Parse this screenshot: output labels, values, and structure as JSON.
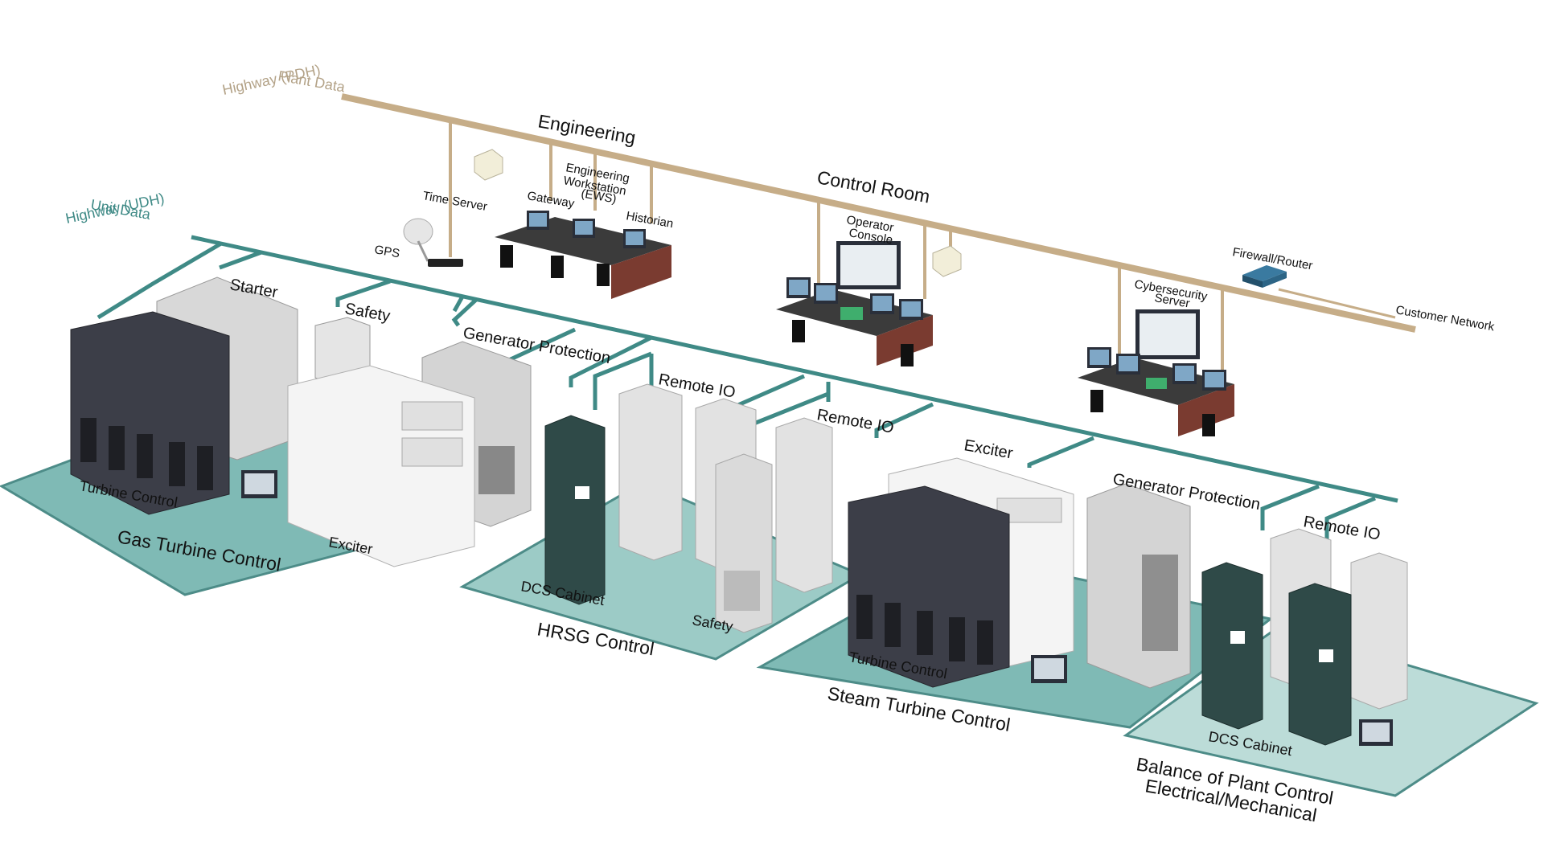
{
  "buses": {
    "pdh": {
      "line1": "Plant Data",
      "line2": "Highway (PDH)",
      "color": "#c6ad88"
    },
    "udh": {
      "line1": "Unit Data",
      "line2": "Highway (UDH)",
      "color": "#3f8a86"
    }
  },
  "zones": {
    "engineering": "Engineering",
    "control_room": "Control Room"
  },
  "nodes": {
    "time_server": "Time Server",
    "gps": "GPS",
    "gateway": "Gateway",
    "ews_1": "Engineering",
    "ews_2": "Workstation",
    "ews_3": "(EWS)",
    "historian": "Historian",
    "operator_console_1": "Operator",
    "operator_console_2": "Console",
    "firewall_router": "Firewall/Router",
    "customer_network": "Customer Network",
    "cyber_1": "Cybersecurity",
    "cyber_2": "Server"
  },
  "areas": {
    "gas_turbine": {
      "title": "Gas Turbine Control",
      "starter": "Starter",
      "safety": "Safety",
      "generator_protection": "Generator Protection",
      "turbine_control": "Turbine Control",
      "exciter": "Exciter"
    },
    "hrsg": {
      "title": "HRSG Control",
      "remote_io_1": "Remote IO",
      "remote_io_2": "Remote IO",
      "dcs_cabinet": "DCS Cabinet",
      "safety": "Safety"
    },
    "steam_turbine": {
      "title": "Steam Turbine Control",
      "exciter": "Exciter",
      "generator_protection": "Generator Protection",
      "turbine_control": "Turbine Control"
    },
    "bop": {
      "title_1": "Balance of Plant Control",
      "title_2": "Electrical/Mechanical",
      "remote_io": "Remote IO",
      "dcs_cabinet": "DCS Cabinet"
    }
  },
  "colors": {
    "floor_teal": "#7fbab5",
    "floor_light": "#b8d9d5",
    "cabinet_dark": "#3c3e48",
    "cabinet_light": "#e8e8e8",
    "dcs_green": "#2f4a48"
  }
}
